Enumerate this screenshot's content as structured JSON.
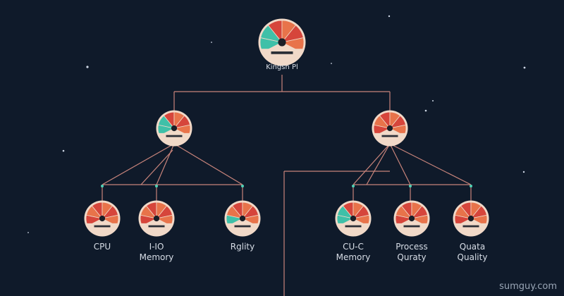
{
  "diagram": {
    "root": {
      "label": "Kingsn Pl"
    },
    "branches": [
      {
        "name": "left-branch",
        "children": [
          {
            "label_line1": "CPU",
            "label_line2": ""
          },
          {
            "label_line1": "I-IO",
            "label_line2": "Memory"
          },
          {
            "label_line1": "Rglity",
            "label_line2": ""
          }
        ]
      },
      {
        "name": "right-branch",
        "children": [
          {
            "label_line1": "CU-C",
            "label_line2": "Memory"
          },
          {
            "label_line1": "Process",
            "label_line2": "Quraty"
          },
          {
            "label_line1": "Quata",
            "label_line2": "Quality"
          }
        ]
      }
    ]
  },
  "colors": {
    "background": "#0f1a2a",
    "connector": "#c8847b",
    "gauge_red": "#d6453b",
    "gauge_orange": "#e8734a",
    "gauge_teal": "#3fc0a8",
    "gauge_ring": "#f1d9c8"
  },
  "watermark": "sumguy.com"
}
